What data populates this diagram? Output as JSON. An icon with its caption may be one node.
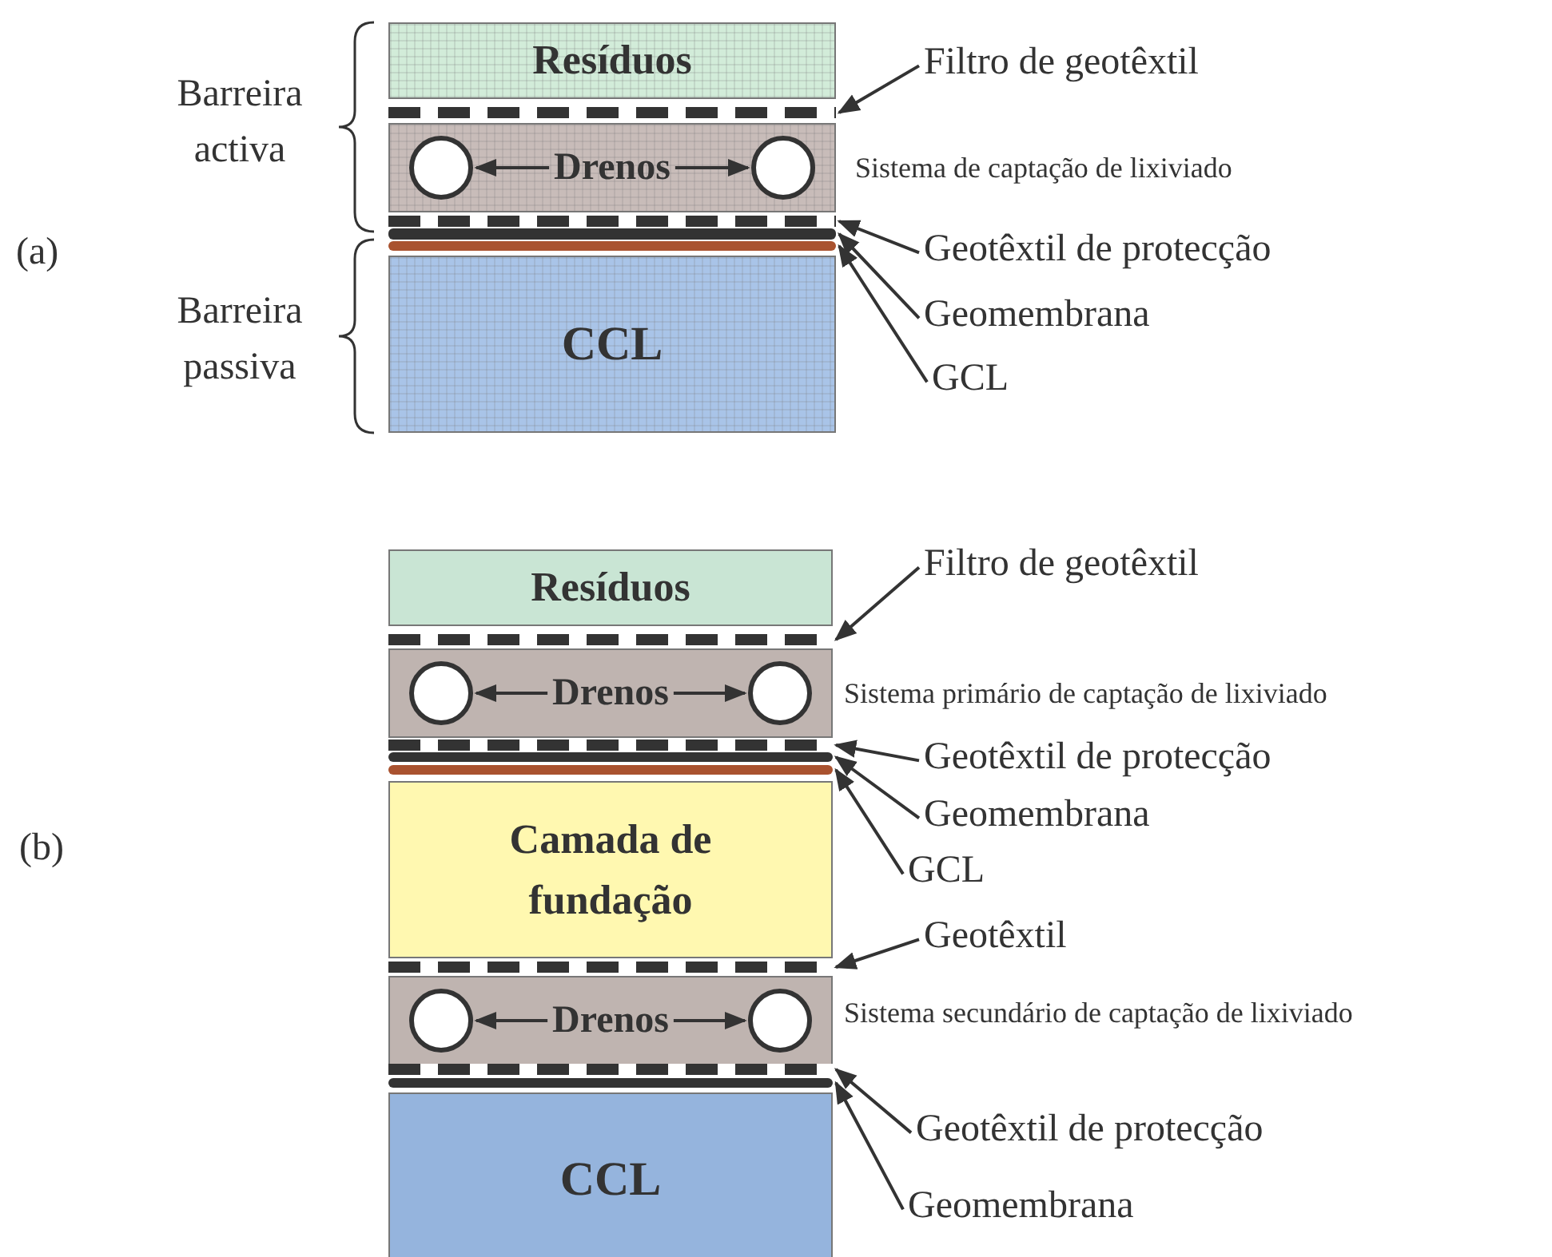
{
  "diagram": {
    "nodes": [
      {
        "text": [
          "Resíduos"
        ]
      },
      {
        "text": [],
        "shape": "bar"
      },
      {
        "text": [],
        "shape": "box",
        "beside": [
          "Sistema de captação de lixiviado"
        ]
      },
      {
        "text": [],
        "shape": "circle",
        "in": 2
      },
      {
        "text": [
          "Drenos"
        ],
        "in": 2
      },
      {
        "text": [],
        "shape": "circle",
        "in": 2
      },
      {
        "text": [],
        "shape": "bar"
      },
      {
        "text": [],
        "shape": "bar"
      },
      {
        "text": [],
        "shape": "bar"
      },
      {
        "text": [
          "CCL"
        ]
      },
      {
        "text": [
          "Filtro de geotêxtil"
        ]
      },
      {
        "text": [
          "Geotêxtil de protecção"
        ]
      },
      {
        "text": [
          "Geomembrana"
        ]
      },
      {
        "text": [
          "GCL"
        ]
      },
      {
        "text": [
          "Resíduos"
        ]
      },
      {
        "text": [],
        "shape": "bar"
      },
      {
        "text": [],
        "shape": "box",
        "beside": [
          "Sistema primário de captação de lixiviado"
        ]
      },
      {
        "text": [],
        "shape": "circle",
        "in": 16
      },
      {
        "text": [
          "Drenos"
        ],
        "in": 16
      },
      {
        "text": [],
        "shape": "circle",
        "in": 16
      },
      {
        "text": [],
        "shape": "bar"
      },
      {
        "text": [],
        "shape": "bar"
      },
      {
        "text": [],
        "shape": "bar"
      },
      {
        "text": [
          "Camada de fundação"
        ]
      },
      {
        "text": [],
        "shape": "bar"
      },
      {
        "text": [],
        "shape": "box",
        "beside": [
          "Sistema secundário de captação de lixiviado"
        ]
      },
      {
        "text": [],
        "shape": "circle",
        "in": 25
      },
      {
        "text": [
          "Drenos"
        ],
        "in": 25
      },
      {
        "text": [],
        "shape": "circle",
        "in": 25
      },
      {
        "text": [],
        "shape": "bar"
      },
      {
        "text": [],
        "shape": "bar"
      },
      {
        "text": [
          "CCL"
        ]
      },
      {
        "text": [
          "Filtro de geotêxtil"
        ]
      },
      {
        "text": [
          "Geotêxtil de protecção"
        ]
      },
      {
        "text": [
          "Geomembrana"
        ]
      },
      {
        "text": [
          "GCL"
        ]
      },
      {
        "text": [
          "Geotêxtil"
        ]
      },
      {
        "text": [
          "Geotêxtil de protecção"
        ]
      },
      {
        "text": [
          "Geomembrana"
        ]
      }
    ],
    "edges": [
      {
        "from": 4,
        "to": 3,
        "arrow": "to"
      },
      {
        "from": 4,
        "to": 5,
        "arrow": "to"
      },
      {
        "from": 10,
        "to": 1,
        "arrow": "to"
      },
      {
        "from": 11,
        "to": 6,
        "arrow": "to"
      },
      {
        "from": 12,
        "to": 7,
        "arrow": "to"
      },
      {
        "from": 13,
        "to": 8,
        "arrow": "to"
      },
      {
        "from": 18,
        "to": 17,
        "arrow": "to"
      },
      {
        "from": 18,
        "to": 19,
        "arrow": "to"
      },
      {
        "from": 27,
        "to": 26,
        "arrow": "to"
      },
      {
        "from": 27,
        "to": 28,
        "arrow": "to"
      },
      {
        "from": 32,
        "to": 15,
        "arrow": "to"
      },
      {
        "from": 33,
        "to": 20,
        "arrow": "to"
      },
      {
        "from": 34,
        "to": 21,
        "arrow": "to"
      },
      {
        "from": 35,
        "to": 22,
        "arrow": "to"
      },
      {
        "from": 36,
        "to": 24,
        "arrow": "to"
      },
      {
        "from": 37,
        "to": 29,
        "arrow": "to"
      },
      {
        "from": 38,
        "to": 30,
        "arrow": "to"
      }
    ],
    "labels": [
      "Barreira activa",
      "Barreira passiva",
      "(a)",
      "(b)"
    ]
  }
}
